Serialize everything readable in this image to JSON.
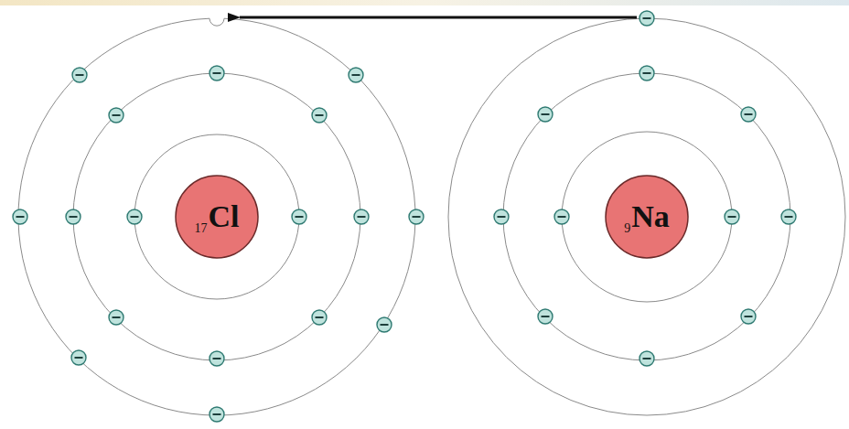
{
  "diagram": {
    "nodes": [
      {
        "text": [
          "17",
          "Cl"
        ]
      },
      {
        "text": [
          "9",
          "Na"
        ]
      }
    ]
  }
}
